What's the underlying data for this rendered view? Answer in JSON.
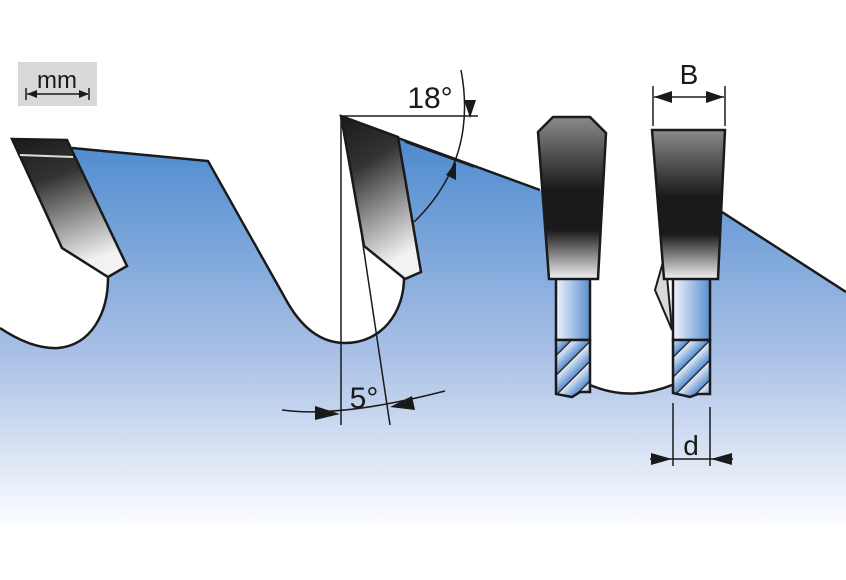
{
  "diagram": {
    "unit_label": "mm",
    "hook_angle": "18°",
    "clearance_angle": "5°",
    "kerf_width_label": "B",
    "plate_thickness_label": "d"
  },
  "colors": {
    "blade_top": "#4e8bcf",
    "blade_bottom": "#ffffff",
    "outline": "#1a1a1a",
    "unit_box": "#d9d9d9"
  }
}
